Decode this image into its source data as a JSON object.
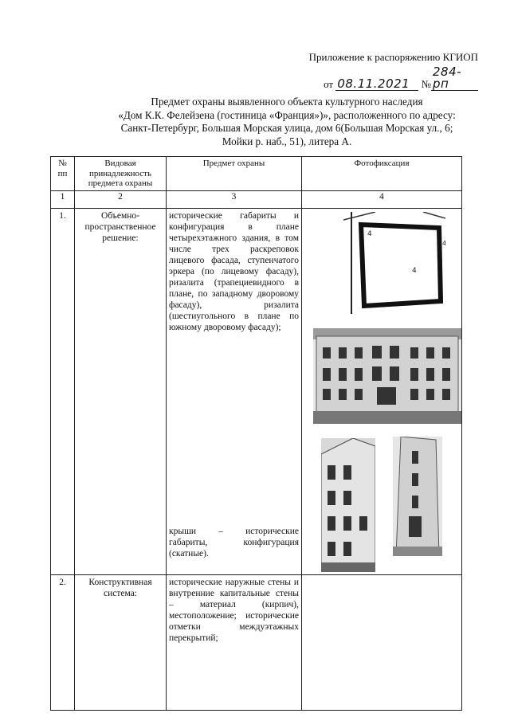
{
  "header": {
    "appendix": "Приложение к распоряжению КГИОП",
    "from_label": "от",
    "date": "08.11.2021",
    "number_label": "№",
    "number": "284-рп"
  },
  "title_lines": [
    "Предмет охраны выявленного объекта культурного наследия",
    "«Дом К.К. Фелейзена (гостиница «Франция»)», расположенного по адресу:",
    "Санкт-Петербург, Большая Морская улица, дом 6(Большая Морская ул., 6;",
    "Мойки р. наб., 51), литера А."
  ],
  "table": {
    "headers": [
      "№ пп",
      "Видовая принадлежность предмета охраны",
      "Предмет охраны",
      "Фотофиксация"
    ],
    "column_numbers": [
      "1",
      "2",
      "3",
      "4"
    ],
    "rows": [
      {
        "num": "1.",
        "kind": "Объемно-пространственное решение:",
        "subject": "исторические габариты и конфигурация в плане четырехэтажного здания, в том числе трех раскреповок лицевого фасада, ступенчатого эркера (по лицевому фасаду), ризалита (трапециевидного в плане, по западному дворовому фасаду), ризалита (шестиугольного в плане по южному дворовому фасаду);",
        "subject2": "крыши – исторические габариты, конфигурация (скатные)."
      },
      {
        "num": "2.",
        "kind": "Конструктивная система:",
        "subject": "исторические наружные стены и внутренние капитальные стены – материал (кирпич), местоположение; исторические отметки междуэтажных перекрытий;"
      }
    ]
  }
}
